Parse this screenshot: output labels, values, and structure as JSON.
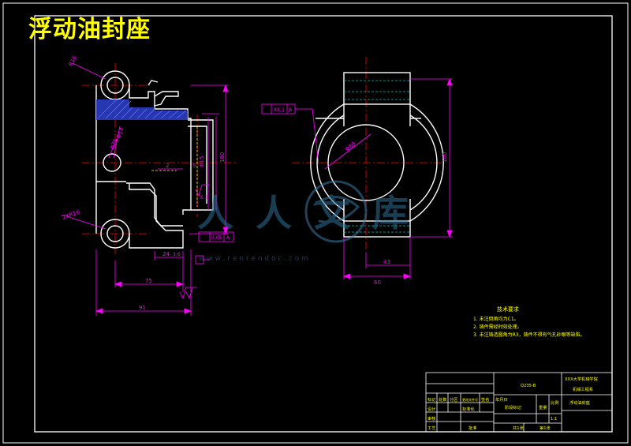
{
  "drawing": {
    "title": "浮动油封座",
    "colors": {
      "background": "#000000",
      "outline": "#ffffff",
      "dimension": "#ff00ff",
      "centerline": "#ff0000",
      "hatch": "#2b3cc4",
      "title_text": "#ffff00",
      "hidden": "#00c0c0"
    },
    "watermark": {
      "logo_text": "人人文库",
      "url": "w w w . r e n r e n d o c . c o m"
    },
    "front_view": {
      "labels": {
        "r_top": "R16",
        "r_bottom": "2XR16",
        "dia_a": "Φ14",
        "dia_b": "Φ25",
        "small": "2",
        "d_right": "Φ15",
        "height": "180",
        "tol": "0.05",
        "datum_a": "A",
        "h5": "5",
        "w24": "24",
        "w36": "3.6",
        "w75": "75",
        "w91": "91",
        "ra": "6.3"
      }
    },
    "side_view": {
      "labels": {
        "frame": "XX.1",
        "frame_datum": "A",
        "bore": "Φ80",
        "height": "100",
        "w43": "43",
        "w60": "60"
      }
    },
    "tech_notes": {
      "title": "技术要求",
      "items": [
        "1. 未注倒角均为C1。",
        "2. 铸件需经时效处理。",
        "3. 未注铸造圆角为R3，铸件不得有气孔砂眼等缺陷。"
      ]
    },
    "title_block": {
      "part_name": "浮动油封座",
      "drawing_no": "Q235-B",
      "school": "XXX大学机械学院",
      "dept": "机械工程系",
      "scale": "1:1",
      "sheet_total": "共1张",
      "sheet_no": "第1张",
      "row_labels": [
        "标记",
        "处数",
        "分区",
        "更改文件号",
        "签名",
        "年月日"
      ],
      "design": "设计",
      "check": "审核",
      "process": "工艺",
      "approve": "批准",
      "std": "标准化",
      "stage": "阶段标记",
      "weight": "重量",
      "ratio": "比例"
    }
  }
}
